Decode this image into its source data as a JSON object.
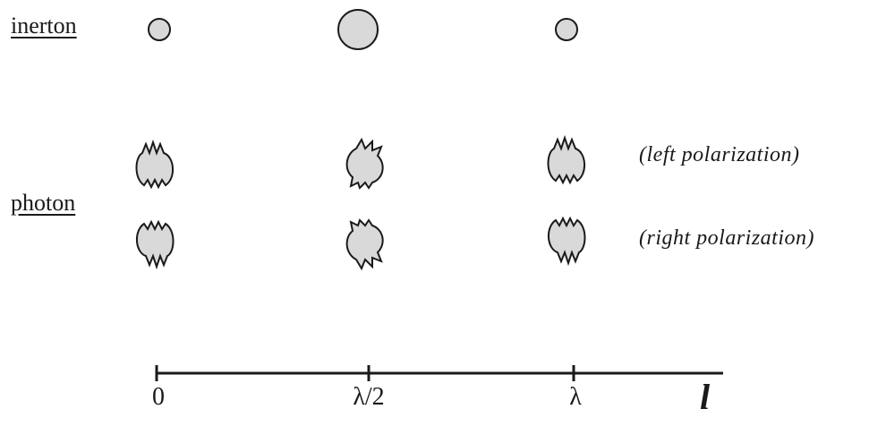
{
  "labels": {
    "inerton": "inerton",
    "photon": "photon"
  },
  "polarization": {
    "left": "(left polarization)",
    "right": "(right polarization)"
  },
  "axis": {
    "ticks": [
      "0",
      "λ/2",
      "λ"
    ],
    "variable": "l"
  },
  "colors": {
    "particle_fill": "#d9d9d9",
    "stroke": "#1a1a1a"
  }
}
